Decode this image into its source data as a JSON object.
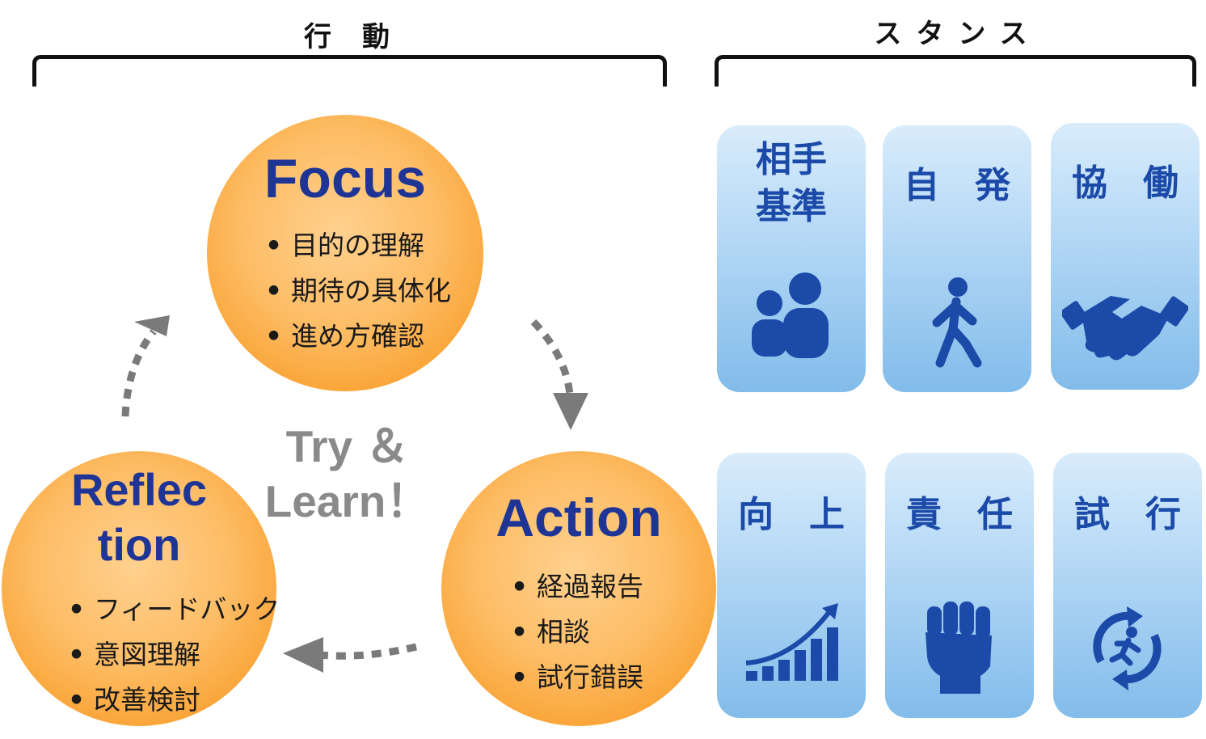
{
  "headers": {
    "action": "行　動",
    "stance": "スタンス"
  },
  "cycle": {
    "center": {
      "line1": "Try ＆",
      "line2": "Learn！"
    },
    "focus": {
      "title": "Focus",
      "items": [
        "目的の理解",
        "期待の具体化",
        "進め方確認"
      ]
    },
    "action": {
      "title": "Action",
      "items": [
        "経過報告",
        "相談",
        "試行錯誤"
      ]
    },
    "reflection": {
      "title_line1": "Reflec",
      "title_line2": "tion",
      "items": [
        "フィードバック",
        "意図理解",
        "改善検討"
      ]
    },
    "bullet": "•"
  },
  "stances": [
    {
      "label": "相手\n基準",
      "icon": "people-icon"
    },
    {
      "label": "自　発",
      "icon": "walking-person-icon"
    },
    {
      "label": "協　働",
      "icon": "handshake-icon"
    },
    {
      "label": "向　上",
      "icon": "growth-chart-icon"
    },
    {
      "label": "責　任",
      "icon": "raised-fist-icon"
    },
    {
      "label": "試　行",
      "icon": "cycle-runner-icon"
    }
  ],
  "colors": {
    "circle_orange": "#f9a131",
    "title_navy": "#1f3596",
    "card_blue": "#82bcea",
    "icon_blue": "#1b4aa8",
    "arrow_gray": "#7a7a7a"
  }
}
